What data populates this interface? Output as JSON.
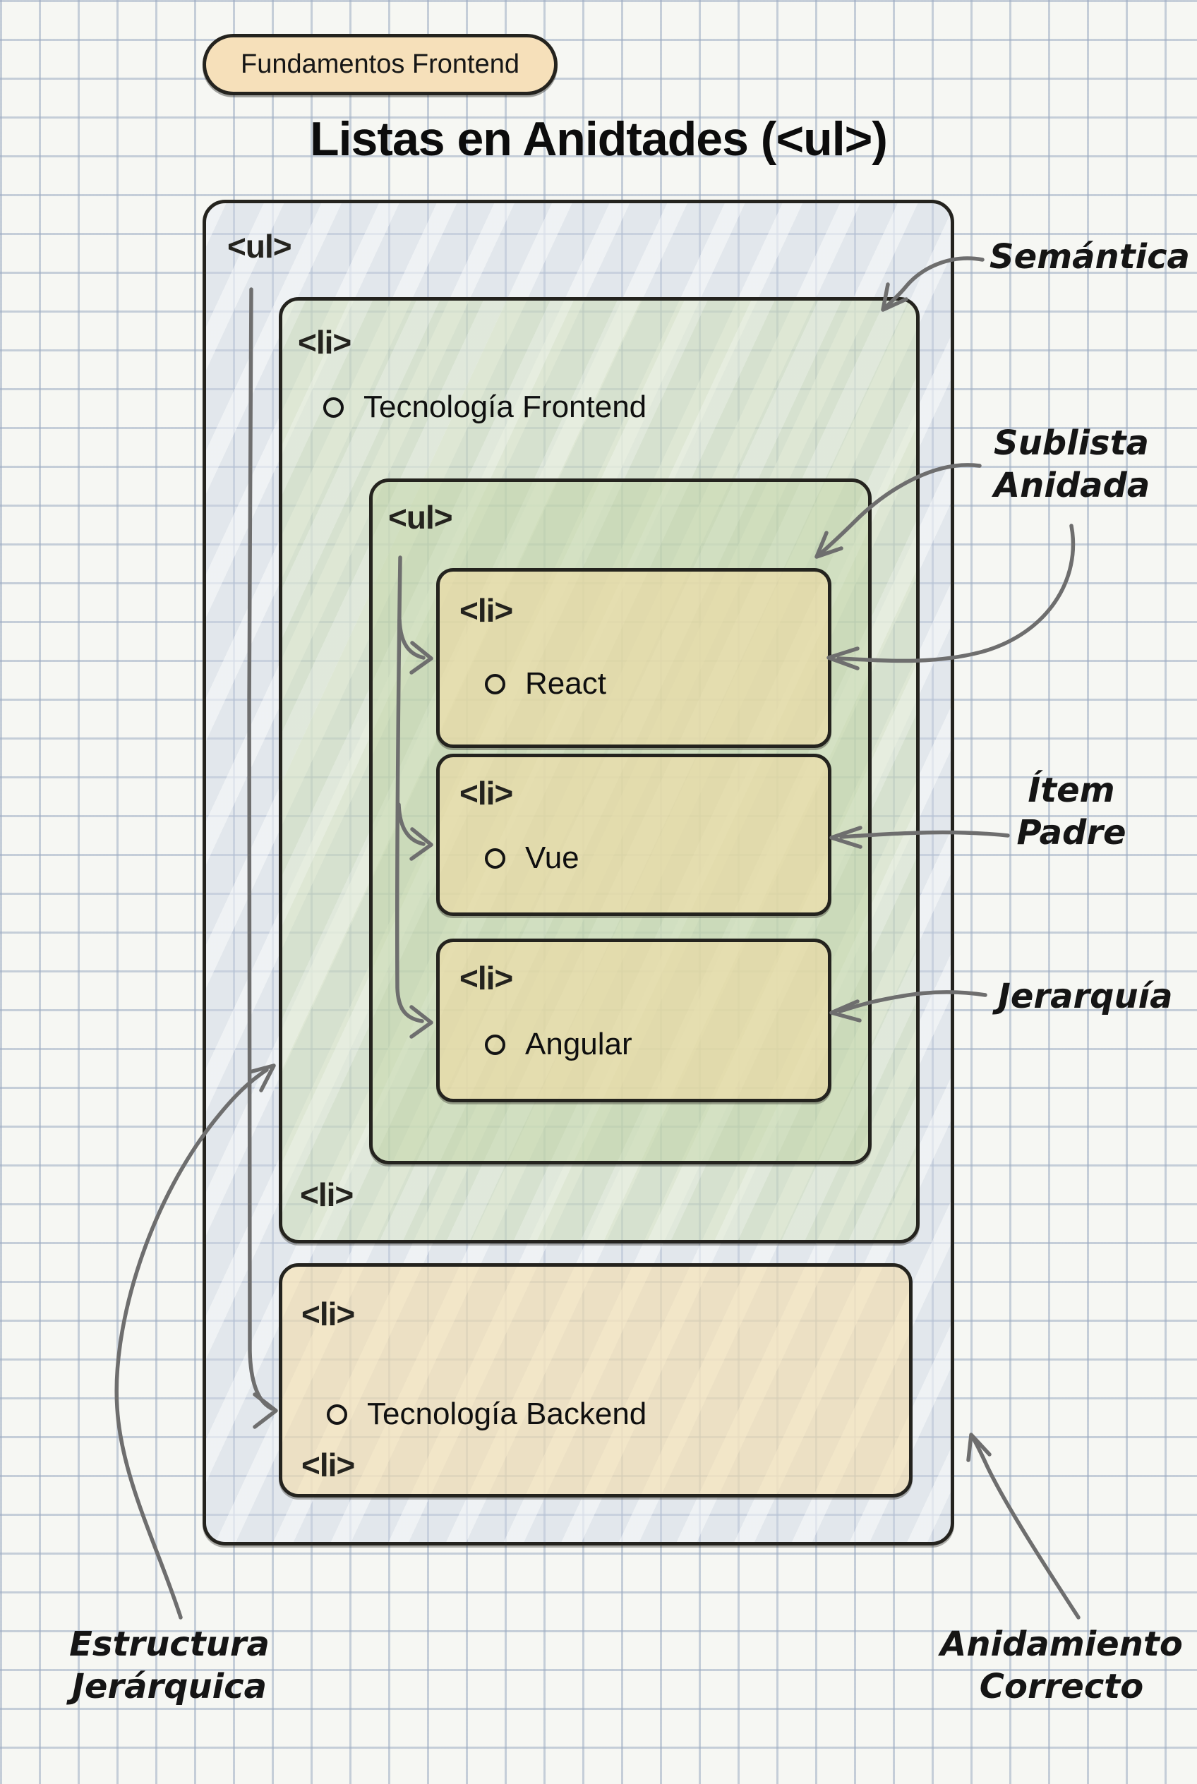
{
  "badge": {
    "label": "Fundamentos Frontend"
  },
  "title": "Listas en Anidtades (<ul>)",
  "diagram": {
    "outer_list": {
      "tag": "<ul>"
    },
    "frontend_item": {
      "tag": "<li>",
      "label": "Tecnología Frontend",
      "end_tag": "<li>"
    },
    "nested_list": {
      "tag": "<ul>"
    },
    "nested_items": [
      {
        "tag": "<li>",
        "label": "React"
      },
      {
        "tag": "<li>",
        "label": "Vue"
      },
      {
        "tag": "<li>",
        "label": "Angular"
      }
    ],
    "backend_item": {
      "tag": "<li>",
      "label": "Tecnología Backend",
      "end_tag": "<li>"
    }
  },
  "annotations": {
    "semantica": {
      "line1": "Semántica"
    },
    "sublista": {
      "line1": "Sublista",
      "line2": "Anidada"
    },
    "item_padre": {
      "line1": "Ítem",
      "line2": "Padre"
    },
    "jerarquia": {
      "line1": "Jerarquía"
    },
    "estructura": {
      "line1": "Estructura",
      "line2": "Jerárquica"
    },
    "anidamiento": {
      "line1": "Anidamiento",
      "line2": "Correcto"
    }
  },
  "colors": {
    "paper": "#f6f7f3",
    "ink": "#24231e",
    "arrow": "#6e6e6e",
    "badge-fill": "#f6e0ba",
    "outer-fill": "rgba(205,214,228,0.48)",
    "green-fill": "rgba(198,216,168,0.42)",
    "nested-fill": "rgba(188,209,158,0.42)",
    "cream-fill": "rgba(246,219,160,0.52)"
  }
}
